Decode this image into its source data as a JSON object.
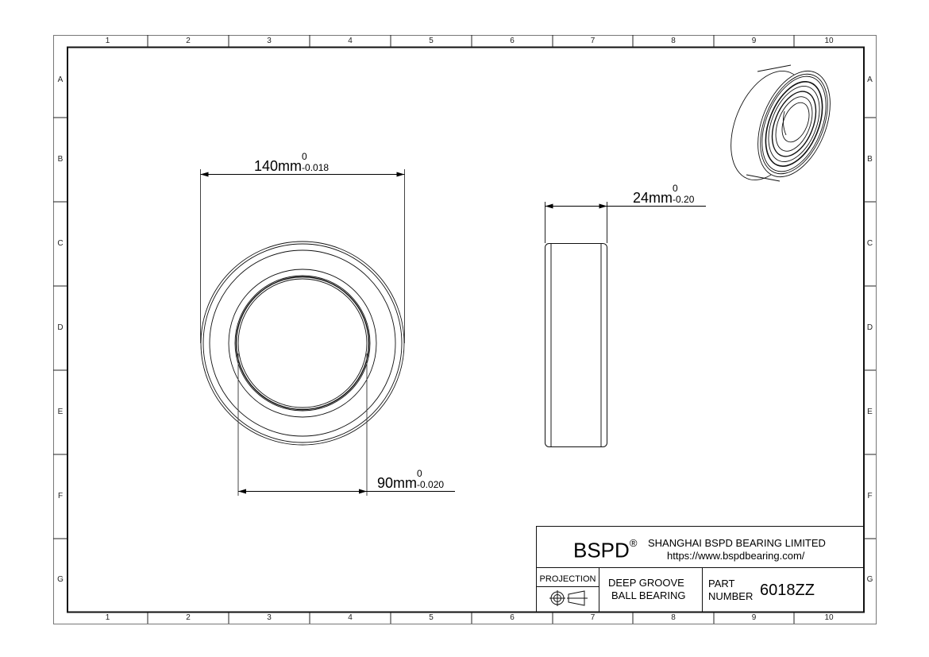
{
  "drawing": {
    "grid": {
      "columns": [
        "1",
        "2",
        "3",
        "4",
        "5",
        "6",
        "7",
        "8",
        "9",
        "10"
      ],
      "rows": [
        "A",
        "B",
        "C",
        "D",
        "E",
        "F",
        "G"
      ]
    },
    "dimensions": {
      "outer_diameter": {
        "value": "140mm",
        "upper_tol": "0",
        "lower_tol": "-0.018"
      },
      "inner_diameter": {
        "value": "90mm",
        "upper_tol": "0",
        "lower_tol": "-0.020"
      },
      "width": {
        "value": "24mm",
        "upper_tol": "0",
        "lower_tol": "-0.20"
      }
    },
    "views": {
      "front": "front-view-concentric-rings",
      "side": "side-view-rectangle",
      "iso": "isometric-bearing-3d"
    }
  },
  "title_block": {
    "brand": "BSPD",
    "registered": "®",
    "company": "SHANGHAI BSPD BEARING LIMITED",
    "website": "https://www.bspdbearing.com/",
    "projection_label": "PROJECTION",
    "projection_icon": "first-angle-projection-icon",
    "description_line1": "DEEP GROOVE",
    "description_line2": "BALL BEARING",
    "part_label_line1": "PART",
    "part_label_line2": "NUMBER",
    "part_number": "6018ZZ"
  },
  "colors": {
    "line": "#000000",
    "frame": "#555555",
    "background": "#ffffff"
  }
}
